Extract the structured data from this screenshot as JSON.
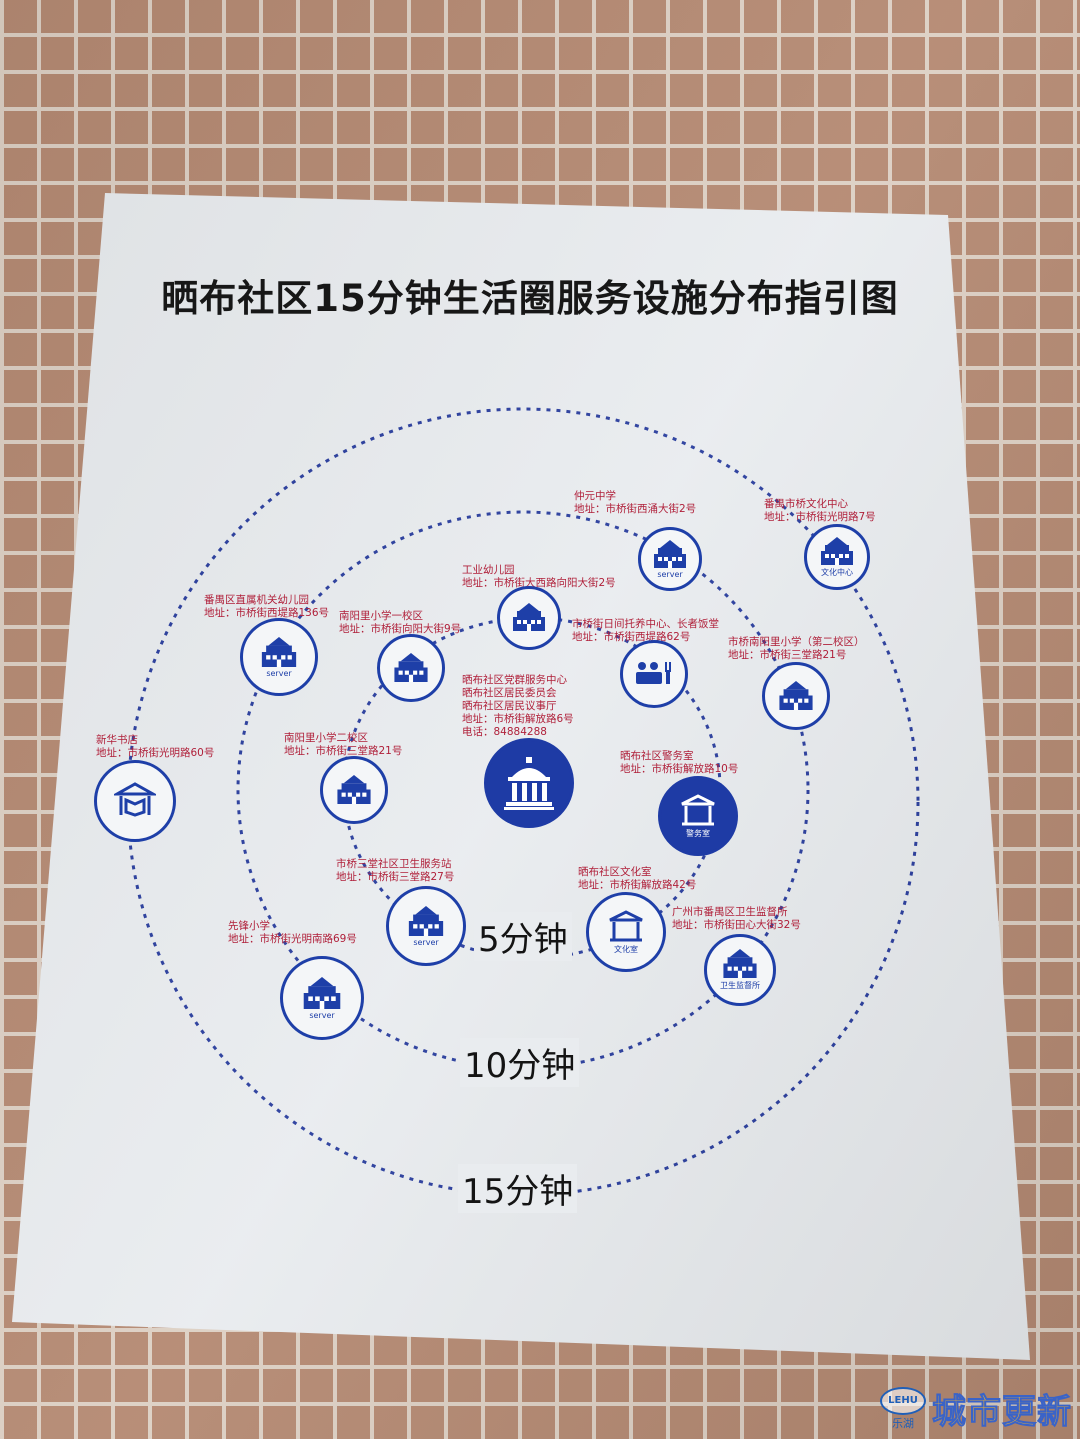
{
  "title": "晒布社区15分钟生活圈服务设施分布指引图",
  "rings": {
    "r5": "5分钟",
    "r10": "10分钟",
    "r15": "15分钟"
  },
  "colors": {
    "ring": "#2b3f9e",
    "icon": "#1e3fa8",
    "label": "#b0203a",
    "poster": "#e9ecef",
    "tile": "#b58a73"
  },
  "center": {
    "lines": [
      "晒布社区党群服务中心",
      "晒布社区居民委员会",
      "晒布社区居民议事厅",
      "地址：市桥街解放路6号",
      "电话：84884288"
    ],
    "icon": "government-building-icon"
  },
  "facilities": [
    {
      "lines": [
        "仲元中学",
        "地址：市桥街西涌大街2号"
      ],
      "icon": "school-icon",
      "caption": "server"
    },
    {
      "lines": [
        "番禺市桥文化中心",
        "地址：市桥街光明路7号"
      ],
      "icon": "school-icon",
      "caption": "文化中心"
    },
    {
      "lines": [
        "工业幼儿园",
        "地址：市桥街大西路向阳大街2号"
      ],
      "icon": "school-icon",
      "caption": ""
    },
    {
      "lines": [
        "番禺区直属机关幼儿园",
        "地址：市桥街西堤路136号"
      ],
      "icon": "school-icon",
      "caption": "server"
    },
    {
      "lines": [
        "南阳里小学一校区",
        "地址：市桥街向阳大街9号"
      ],
      "icon": "school-icon",
      "caption": ""
    },
    {
      "lines": [
        "市桥街日间托养中心、长者饭堂",
        "地址：市桥街西堤路62号"
      ],
      "icon": "dining-icon",
      "caption": ""
    },
    {
      "lines": [
        "市桥南阳里小学（第二校区）",
        "地址：市桥街三堂路21号"
      ],
      "icon": "school-icon",
      "caption": ""
    },
    {
      "lines": [
        "新华书店",
        "地址：市桥街光明路60号"
      ],
      "icon": "bookstore-icon",
      "caption": ""
    },
    {
      "lines": [
        "南阳里小学二校区",
        "地址：市桥街三堂路21号"
      ],
      "icon": "school-icon",
      "caption": ""
    },
    {
      "lines": [
        "晒布社区警务室",
        "地址：市桥街解放路10号"
      ],
      "icon": "police-station-icon",
      "caption": "警务室"
    },
    {
      "lines": [
        "市桥三堂社区卫生服务站",
        "地址：市桥街三堂路27号"
      ],
      "icon": "clinic-icon",
      "caption": "server"
    },
    {
      "lines": [
        "晒布社区文化室",
        "地址：市桥街解放路42号"
      ],
      "icon": "pavilion-icon",
      "caption": "文化室"
    },
    {
      "lines": [
        "广州市番禺区卫生监督所",
        "地址：市桥街田心大街32号"
      ],
      "icon": "school-icon",
      "caption": "卫生监督所"
    },
    {
      "lines": [
        "先锋小学",
        "地址：市桥街光明南路69号"
      ],
      "icon": "school-icon",
      "caption": "server"
    }
  ],
  "watermark": {
    "logo": "LEHU",
    "small": "乐湖",
    "text": "城市更新"
  }
}
